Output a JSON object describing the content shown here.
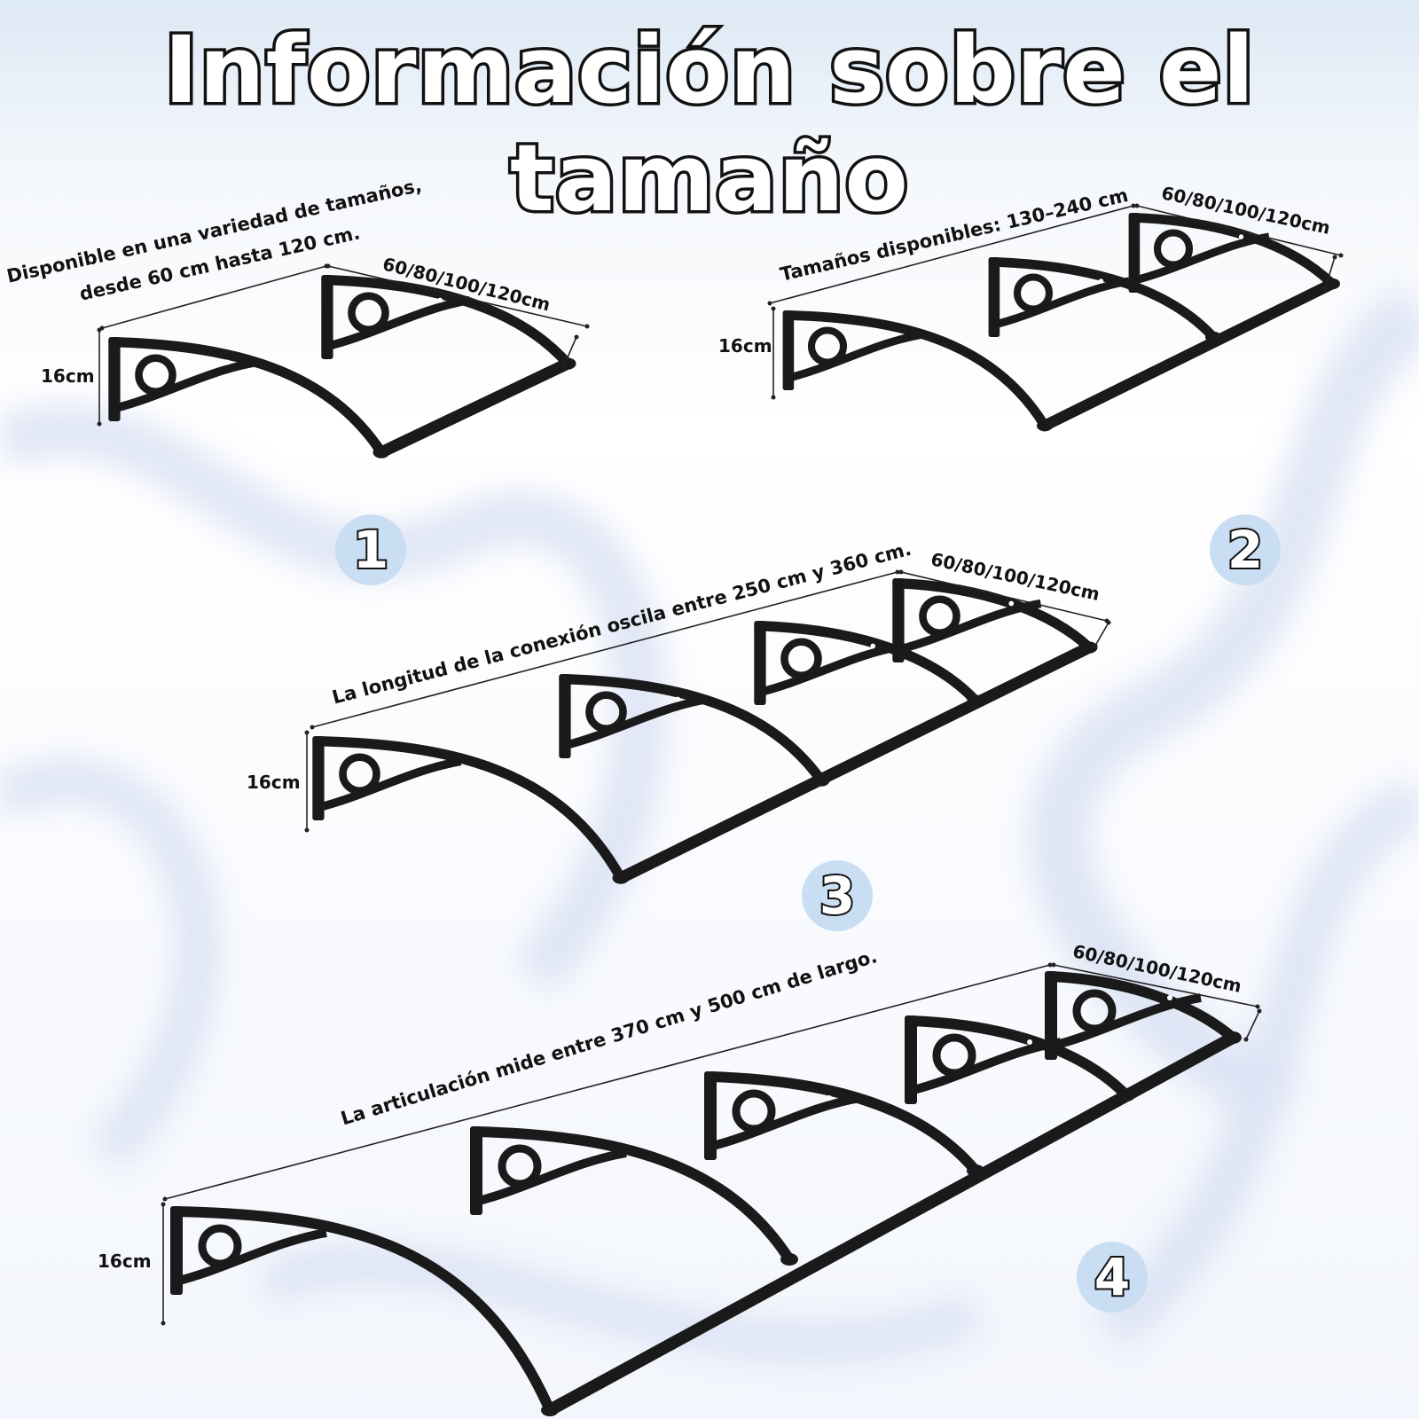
{
  "title": "Información sobre el tamaño",
  "figures": [
    {
      "badge": "1",
      "height_label": "16cm",
      "depth_label": "60/80/100/120cm",
      "length_label_lines": [
        "Disponible en una variedad de tamaños,",
        "desde 60 cm hasta 120 cm."
      ]
    },
    {
      "badge": "2",
      "height_label": "16cm",
      "depth_label": "60/80/100/120cm",
      "length_label_lines": [
        "Tamaños disponibles: 130–240 cm"
      ]
    },
    {
      "badge": "3",
      "height_label": "16cm",
      "depth_label": "60/80/100/120cm",
      "length_label_lines": [
        "La longitud de la conexión oscila entre 250 cm y 360 cm."
      ]
    },
    {
      "badge": "4",
      "height_label": "16cm",
      "depth_label": "60/80/100/120cm",
      "length_label_lines": [
        "La articulación mide entre 370 cm y 500 cm de largo."
      ]
    }
  ],
  "colors": {
    "bracket": "#1a1a1a",
    "badge": "#c9def3",
    "swirl": "#c8d3ee"
  },
  "icons": [
    "awning-bracket-icon"
  ]
}
